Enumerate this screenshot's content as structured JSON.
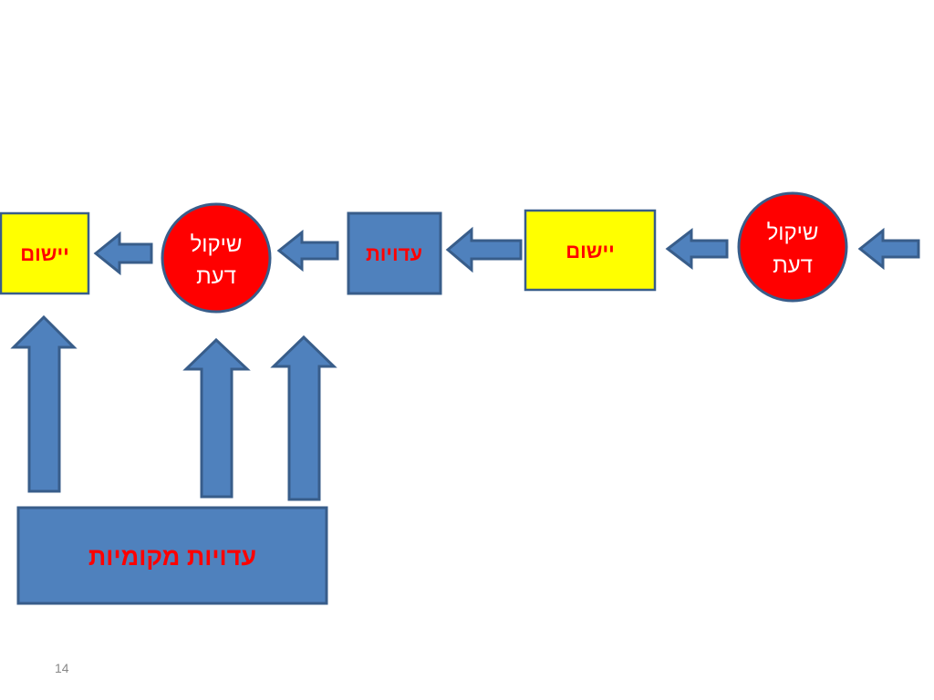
{
  "colors": {
    "blue_fill": "#4f81bd",
    "blue_stroke": "#385d8a",
    "yellow_fill": "#ffff00",
    "red_fill": "#ff0000",
    "red_text": "#ff0000",
    "white_text": "#ffffff"
  },
  "nodes": {
    "judgment_right": {
      "line1": "שיקול",
      "line2": "דעת"
    },
    "application_right": {
      "label": "יישום"
    },
    "testimonies": {
      "label": "עדויות"
    },
    "judgment_left": {
      "line1": "שיקול",
      "line2": "דעת"
    },
    "application_left": {
      "label": "יישום"
    },
    "local_testimonies": {
      "label": "עדויות מקומיות"
    }
  },
  "slide_number": "14"
}
